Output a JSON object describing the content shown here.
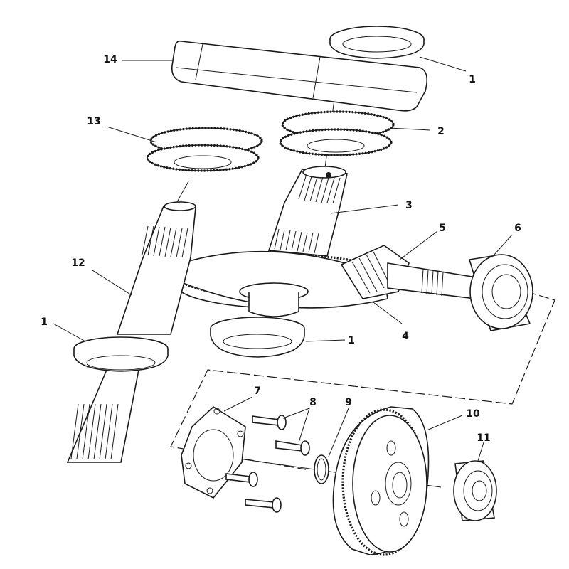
{
  "callouts": [
    {
      "id": "c1a",
      "label": "1"
    },
    {
      "id": "c2",
      "label": "2"
    },
    {
      "id": "c3",
      "label": "3"
    },
    {
      "id": "c5",
      "label": "5"
    },
    {
      "id": "c6",
      "label": "6"
    },
    {
      "id": "c12",
      "label": "12"
    },
    {
      "id": "c1b",
      "label": "1"
    },
    {
      "id": "c1c",
      "label": "1"
    },
    {
      "id": "c4",
      "label": "4"
    },
    {
      "id": "c7",
      "label": "7"
    },
    {
      "id": "c8",
      "label": "8"
    },
    {
      "id": "c9",
      "label": "9"
    },
    {
      "id": "c10",
      "label": "10"
    },
    {
      "id": "c11",
      "label": "11"
    },
    {
      "id": "c13",
      "label": "13"
    },
    {
      "id": "c14",
      "label": "14"
    }
  ]
}
